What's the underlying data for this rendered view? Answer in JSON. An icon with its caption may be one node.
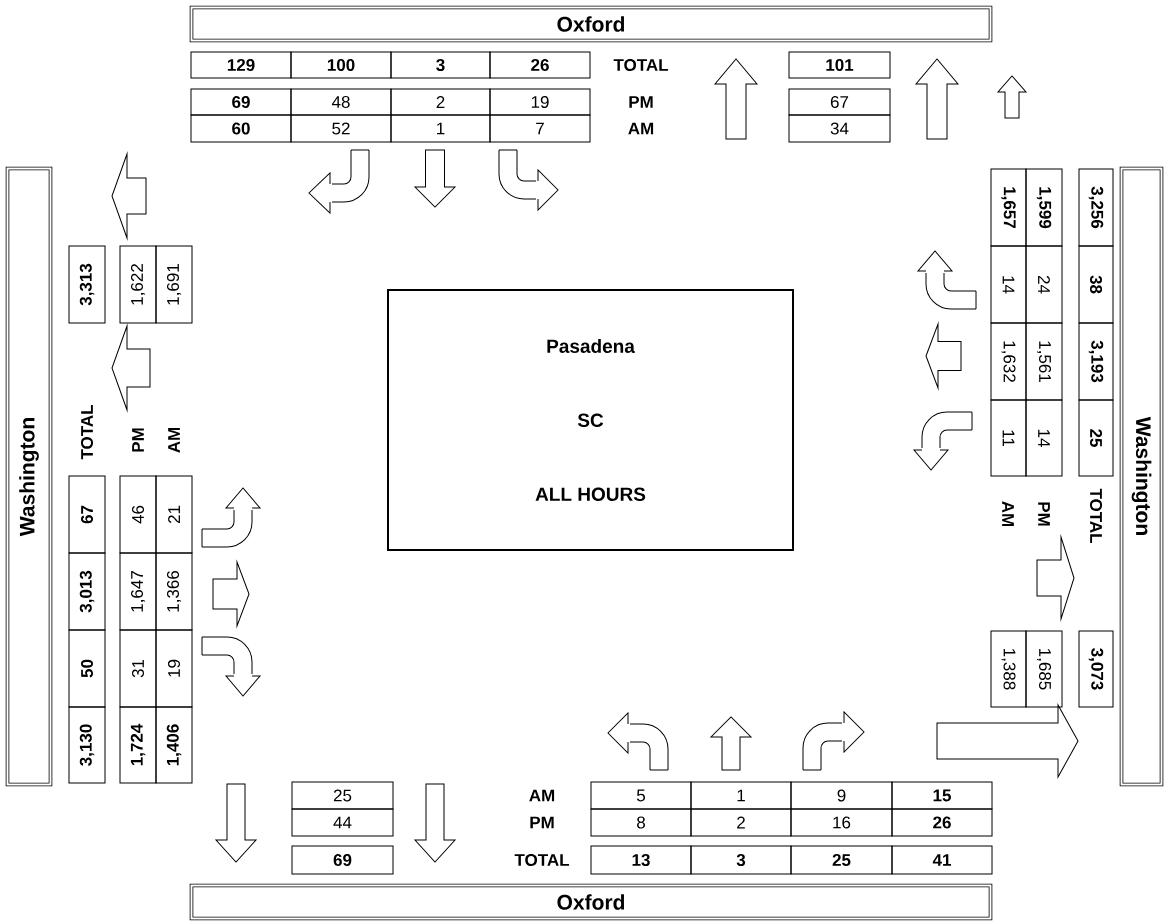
{
  "diagram": {
    "nodes": [
      {
        "text": [
          "Oxford"
        ]
      },
      {
        "text": [
          "Washington"
        ]
      },
      {
        "text": [
          "Washington"
        ]
      },
      {
        "text": [
          "Oxford"
        ]
      },
      {
        "text": [
          "Pasadena",
          "SC",
          "ALL HOURS"
        ]
      }
    ],
    "labels": [
      "129",
      "100",
      "3",
      "26",
      "TOTAL",
      "101",
      "69",
      "48",
      "2",
      "19",
      "PM",
      "67",
      "60",
      "52",
      "1",
      "7",
      "AM",
      "34",
      "3,313",
      "1,622",
      "1,691",
      "1,657",
      "1,599",
      "3,256",
      "14",
      "24",
      "38",
      "1,632",
      "1,561",
      "3,193",
      "11",
      "14",
      "25",
      "TOTAL",
      "PM",
      "AM",
      "67",
      "46",
      "21",
      "3,013",
      "1,647",
      "1,366",
      "50",
      "31",
      "19",
      "3,130",
      "1,724",
      "1,406",
      "AM",
      "PM",
      "TOTAL",
      "1,388",
      "1,685",
      "3,073",
      "25",
      "AM",
      "5",
      "1",
      "9",
      "15",
      "44",
      "PM",
      "8",
      "2",
      "16",
      "26",
      "69",
      "TOTAL",
      "13",
      "3",
      "25",
      "41"
    ]
  }
}
